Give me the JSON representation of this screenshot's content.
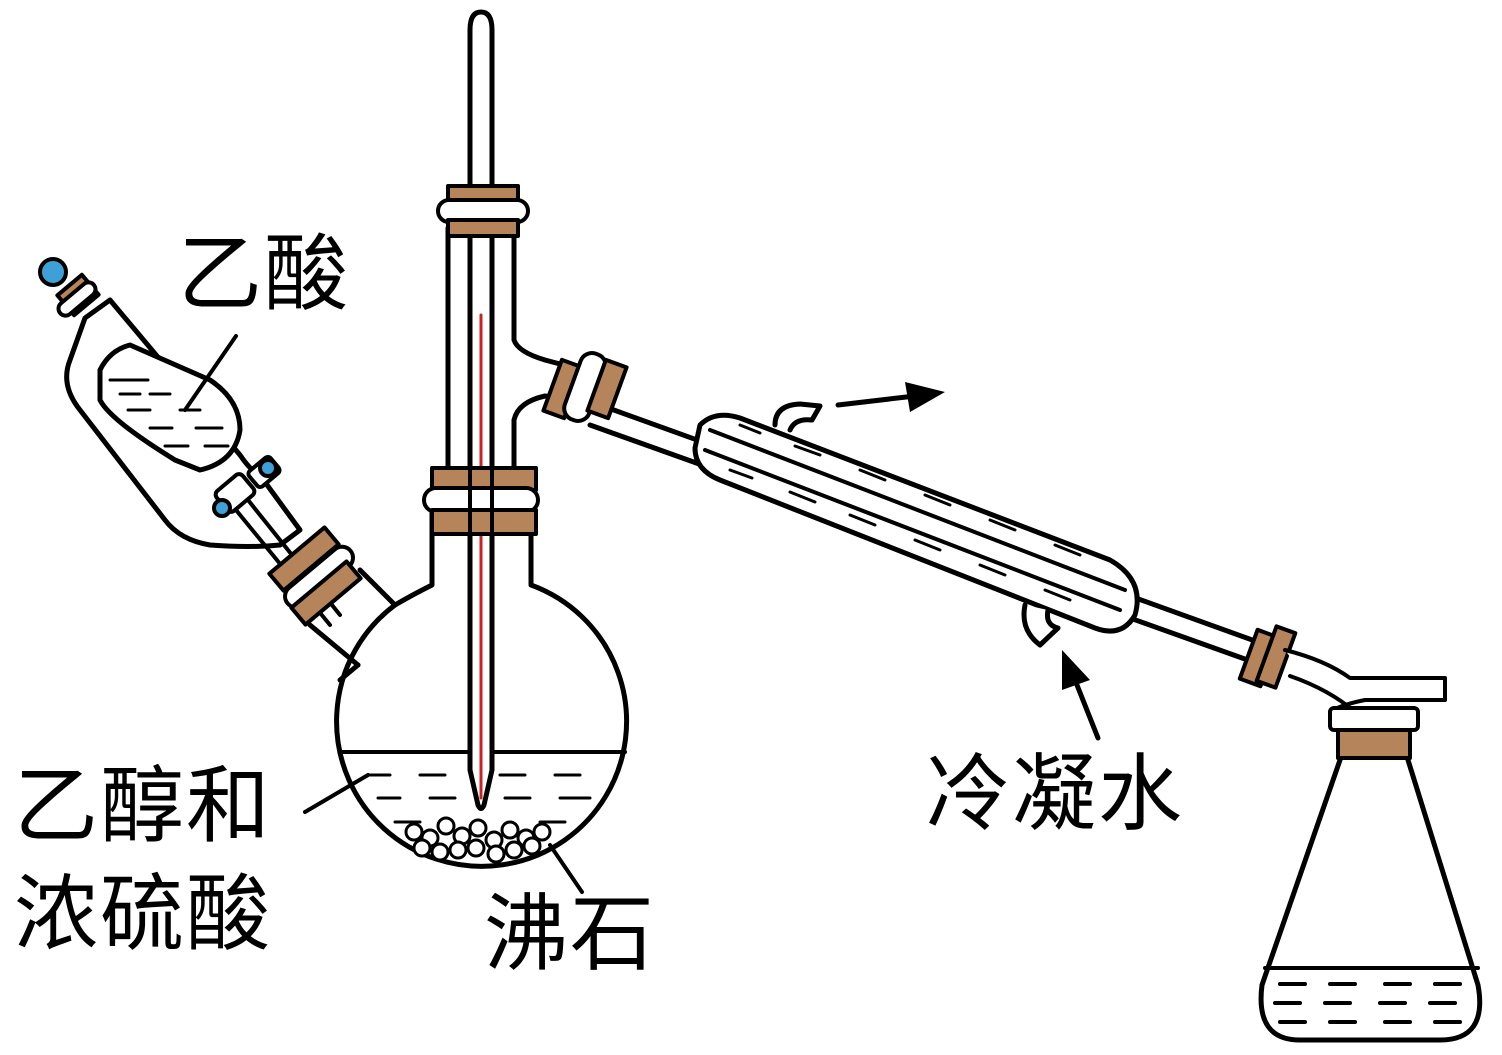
{
  "labels": {
    "acetic_acid": "乙酸",
    "ethanol_and_acid_line1": "乙醇和",
    "ethanol_and_acid_line2": "浓硫酸",
    "boiling_chips": "沸石",
    "cooling_water": "冷凝水"
  },
  "colors": {
    "stroke": "#000000",
    "stopper": "#b5845a",
    "mercury": "#cc2222",
    "funnel_knob": "#3fa0d8"
  }
}
